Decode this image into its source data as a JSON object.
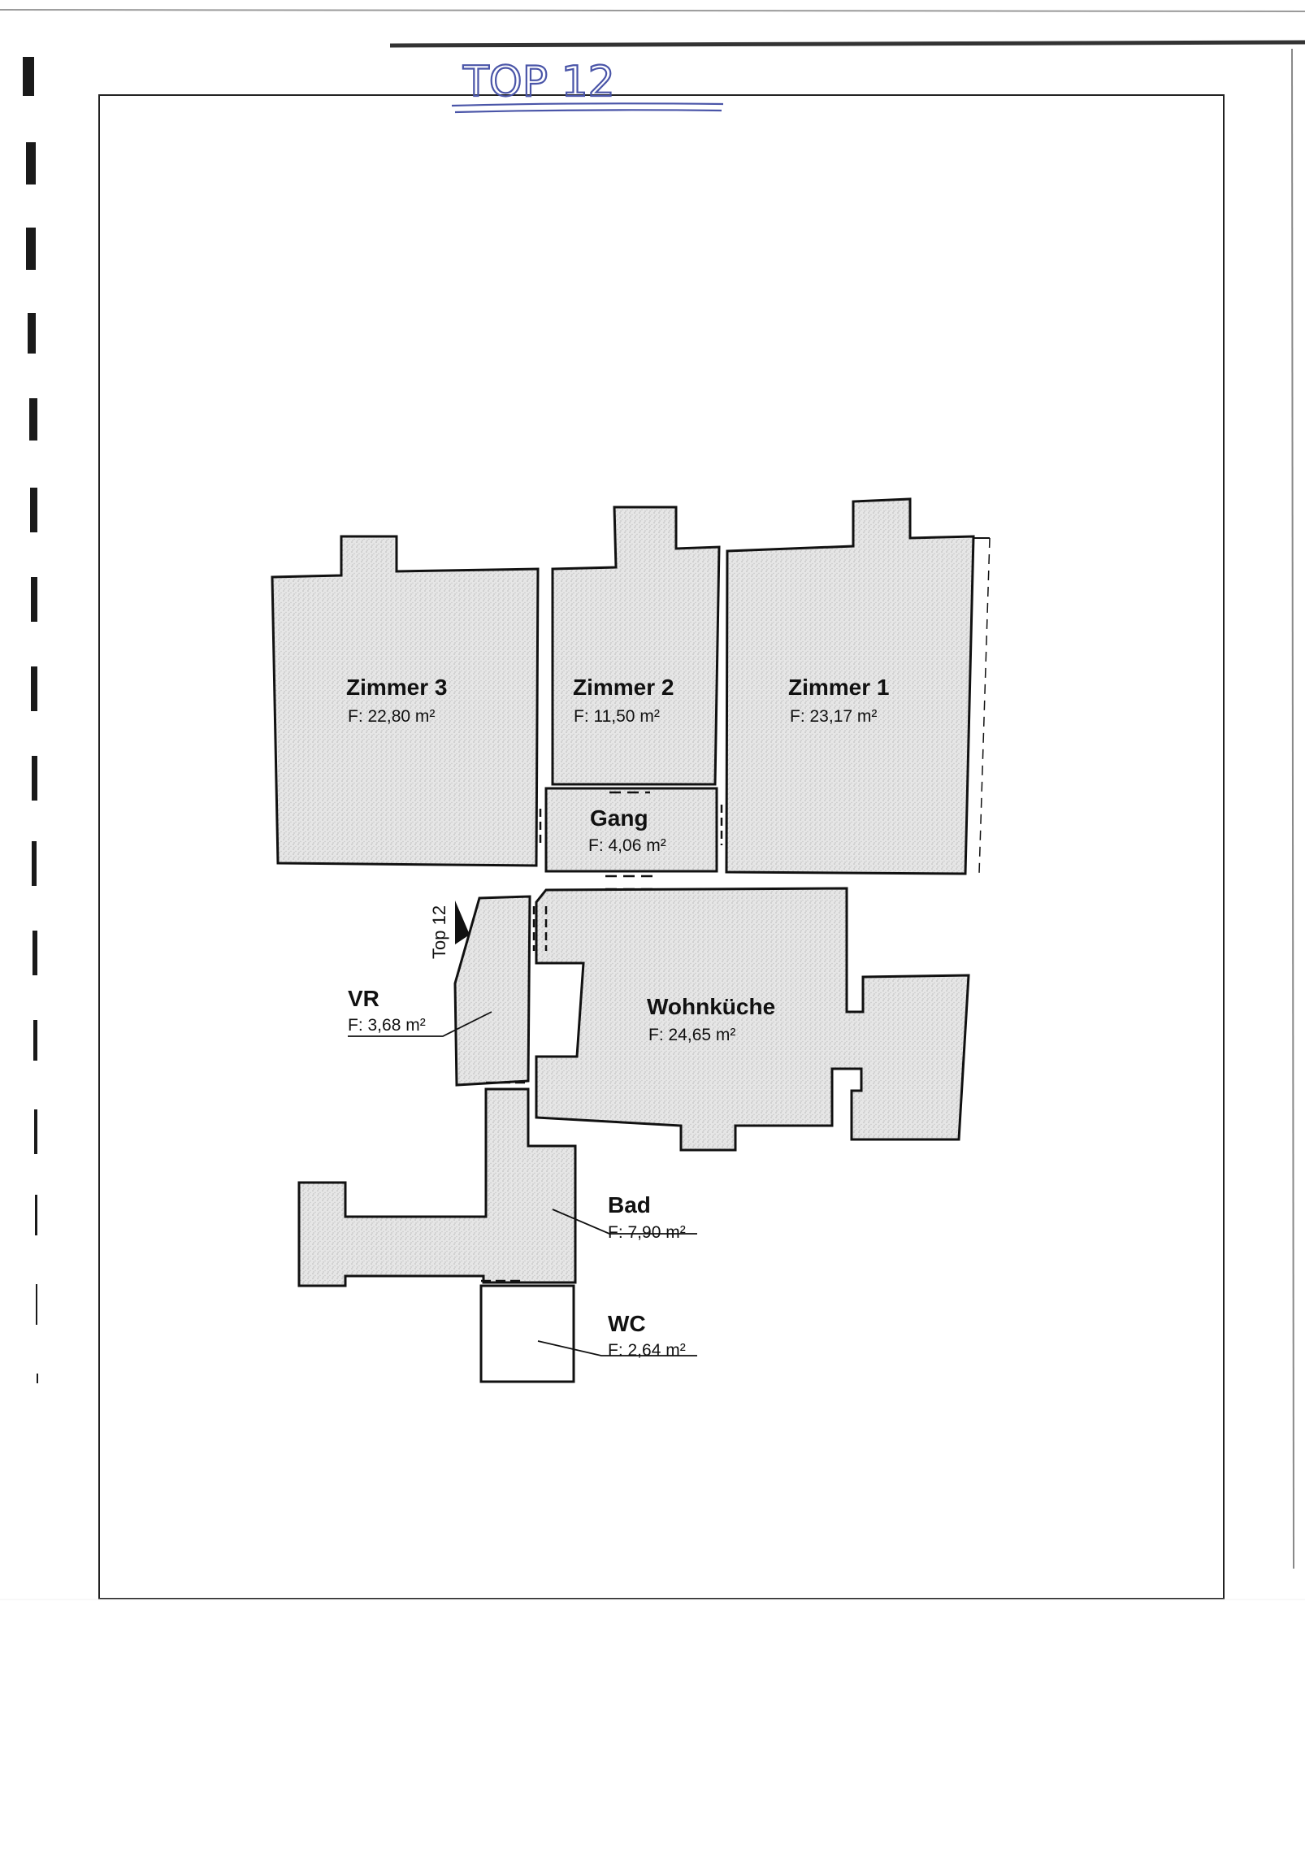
{
  "handwritten_title": "TOP 12",
  "entrance_label": "Top 12",
  "rooms": [
    {
      "key": "zimmer3",
      "name": "Zimmer 3",
      "area": "F: 22,80 m²"
    },
    {
      "key": "zimmer2",
      "name": "Zimmer 2",
      "area": "F: 11,50 m²"
    },
    {
      "key": "zimmer1",
      "name": "Zimmer 1",
      "area": "F: 23,17 m²"
    },
    {
      "key": "gang",
      "name": "Gang",
      "area": "F: 4,06 m²"
    },
    {
      "key": "vr",
      "name": "VR",
      "area": "F: 3,68 m²"
    },
    {
      "key": "wohnkueche",
      "name": "Wohnküche",
      "area": "F: 24,65 m²"
    },
    {
      "key": "bad",
      "name": "Bad",
      "area": "F: 7,90 m²"
    },
    {
      "key": "wc",
      "name": "WC",
      "area": "F: 2,64 m²"
    }
  ],
  "colors": {
    "wall": "#111111",
    "fill": "#dcdcdc",
    "handwriting": "#4a55a8",
    "binder_holes": "#1a1a1a"
  }
}
